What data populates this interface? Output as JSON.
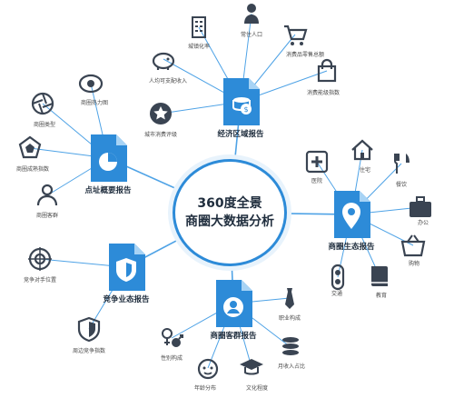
{
  "center": {
    "line1": "360度全景",
    "line2": "商圈大数据分析"
  },
  "colors": {
    "accent": "#2d8bd8",
    "icon": "#3a4452",
    "line": "#4fa3e6"
  },
  "hubs": {
    "economic": "经济区域报告",
    "overview": "点址概要报告",
    "ecosystem": "商圈生态报告",
    "competition": "竞争业态报告",
    "customers": "商圈客群报告"
  },
  "economic_items": {
    "urbanization": "城镇化率",
    "resident_pop": "常住人口",
    "consumer_sales": "消费品零售总额",
    "income": "人均可支配收入",
    "capacity_index": "消费能级指数",
    "city_rating": "城市消费评级"
  },
  "overview_items": {
    "heat_map": "商圈热力图",
    "type": "商圈类型",
    "maturity": "商圈成熟指数",
    "customers": "商圈客群"
  },
  "ecosystem_items": {
    "hospital": "医院",
    "residential": "住宅",
    "dining": "餐饮",
    "office": "办公",
    "transport": "交通",
    "education": "教育",
    "shopping": "购物"
  },
  "competition_items": {
    "competitor_position": "竞争对手位置",
    "surrounding_index": "周边竞争指数"
  },
  "customer_items": {
    "occupation": "职业构成",
    "gender": "性别构成",
    "income_share": "月收入占比",
    "age": "年龄分布",
    "education": "文化程度"
  }
}
